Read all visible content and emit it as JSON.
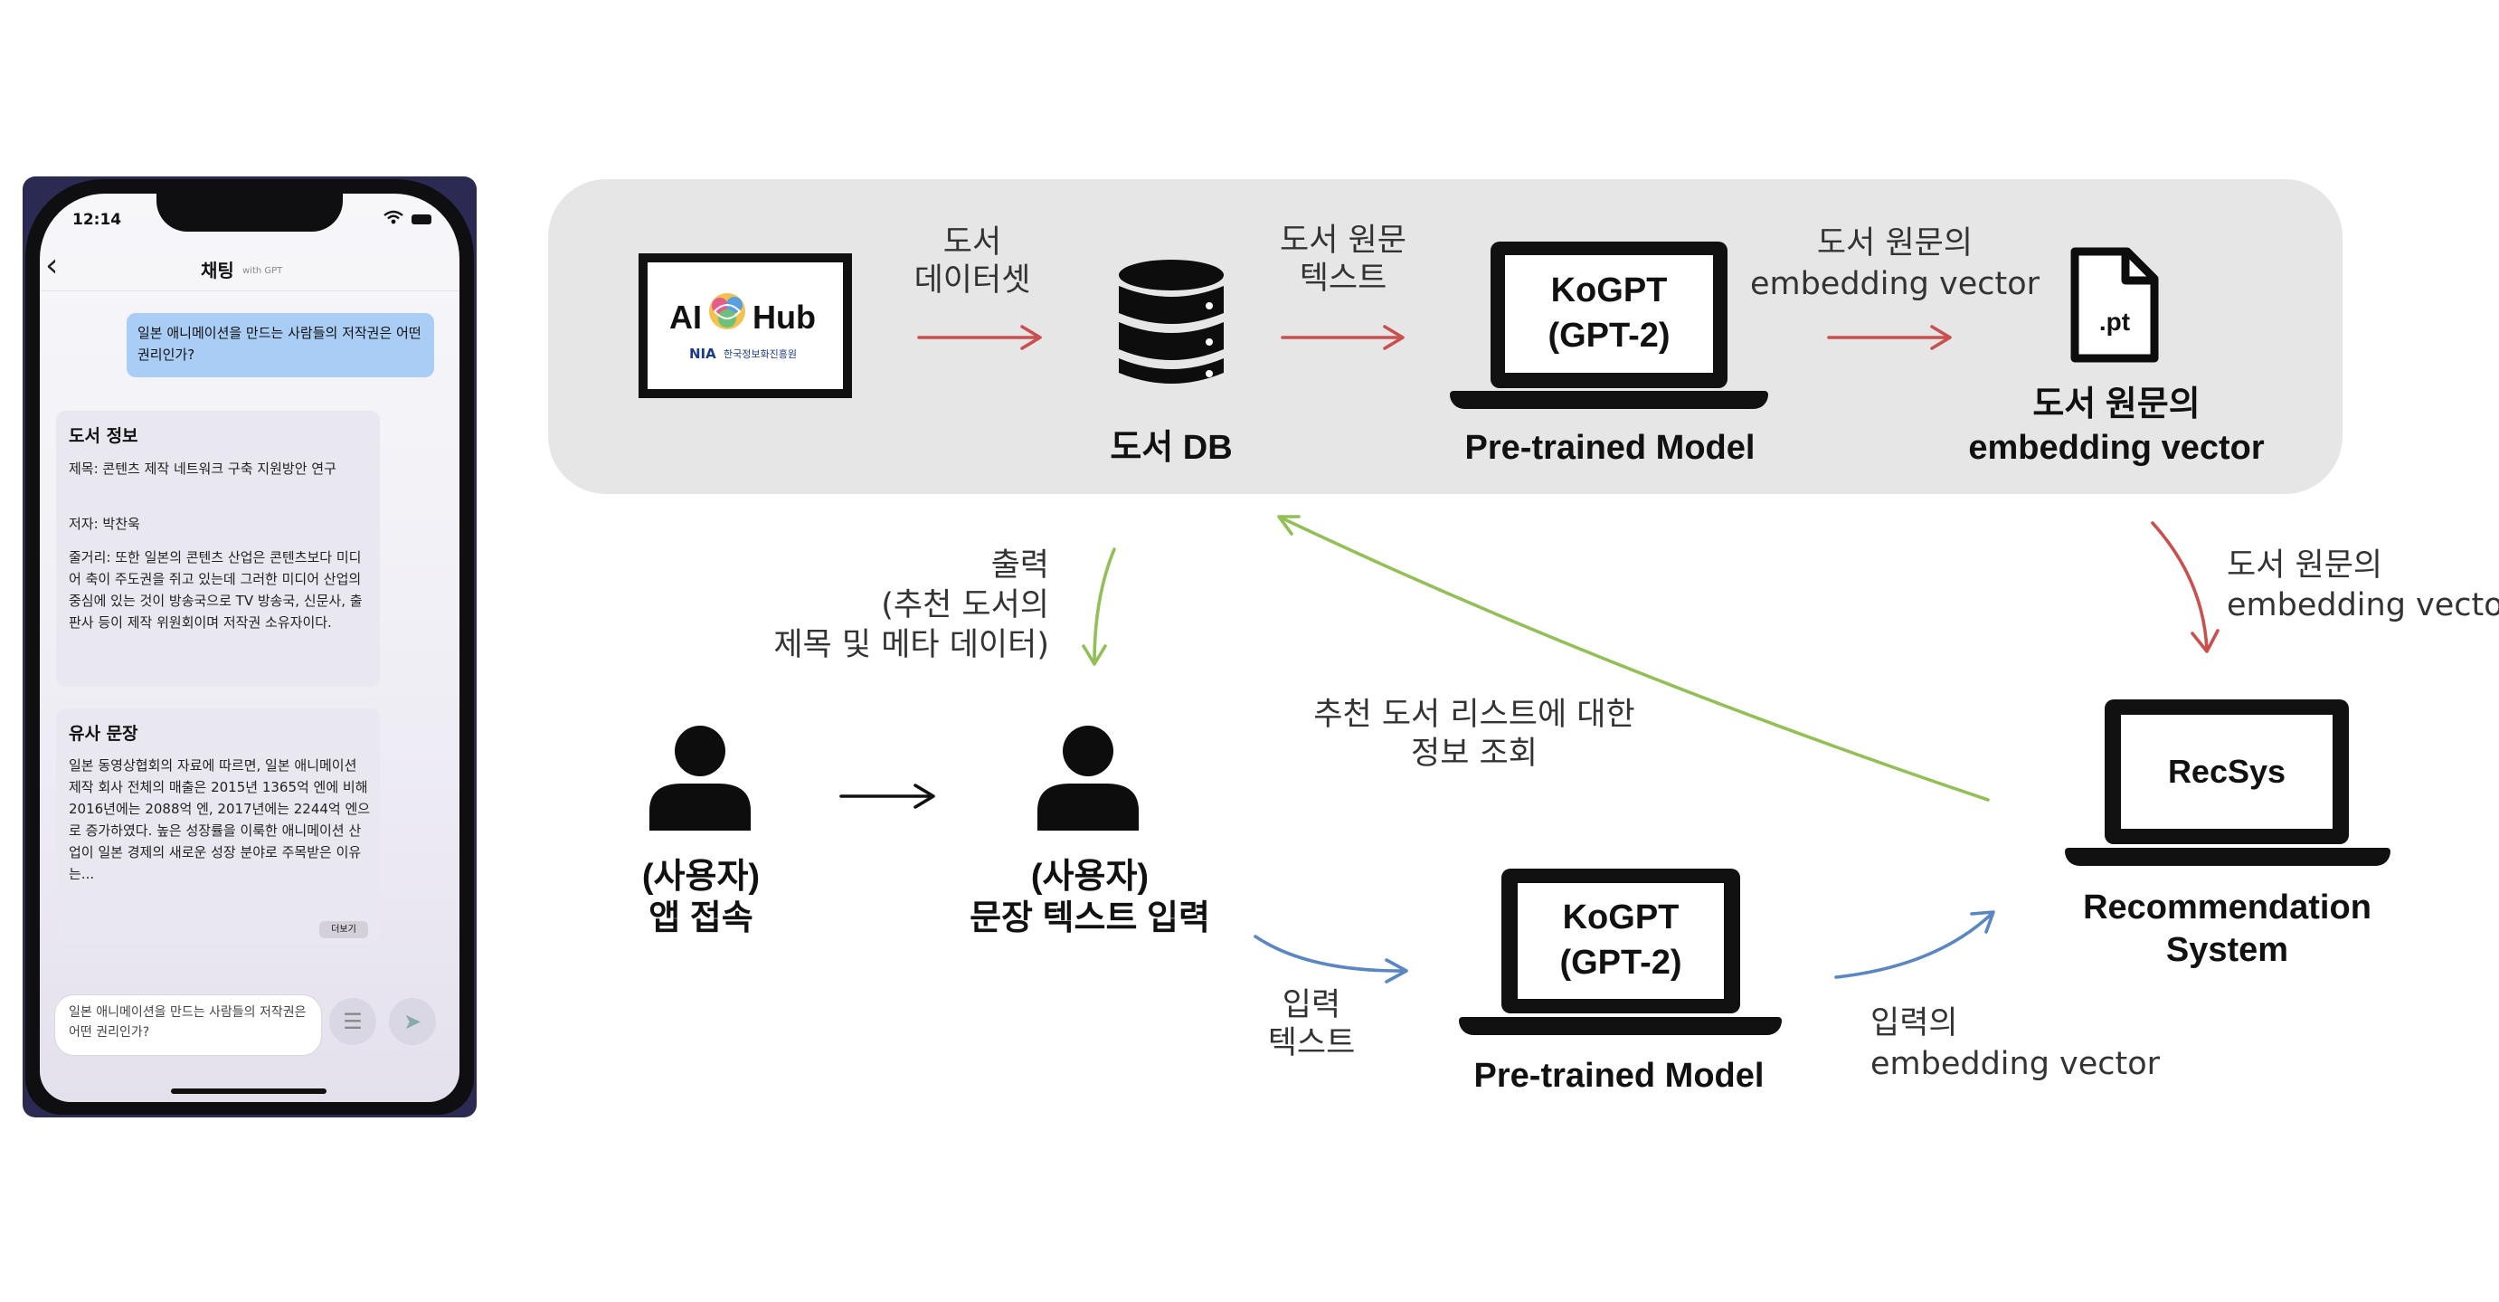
{
  "phone": {
    "status_time": "12:14",
    "title": "채팅",
    "title_sub": "with GPT",
    "user_message": "일본 애니메이션을 만드는 사람들의 저작권은 어떤 권리인가?",
    "book_info": {
      "heading": "도서 정보",
      "title_line": "제목: 콘텐츠 제작 네트워크 구축 지원방안 연구",
      "author_line": "저자: 박찬욱",
      "summary_line": "줄거리: 또한 일본의 콘텐츠 산업은 콘텐츠보다 미디어 축이 주도권을 쥐고 있는데 그러한 미디어 산업의 중심에 있는 것이 방송국으로 TV 방송국, 신문사, 출판사 등이 제작 위원회이며 저작권 소유자이다."
    },
    "similar": {
      "heading": "유사 문장",
      "text": "일본 동영상협회의 자료에 따르면, 일본 애니메이션 제작 회사 전체의 매출은 2015년 1365억 엔에 비해 2016년에는 2088억 엔, 2017년에는 2244억 엔으로 증가하였다. 높은 성장률을 이룩한 애니메이션 산업이 일본 경제의 새로운 성장 분야로 주목받은 이유는...",
      "more_label": "더보기"
    },
    "input_value": "일본 애니메이션을 만드는 사람들의 저작권은 어떤 권리인가?"
  },
  "diagram": {
    "aihub": {
      "ai": "AI",
      "hub": "Hub",
      "nia": "NIA",
      "org": "한국정보화진흥원"
    },
    "label_book_dataset": [
      "도서",
      "데이터셋"
    ],
    "db_label": "도서 DB",
    "label_book_text": [
      "도서 원문",
      "텍스트"
    ],
    "model_top": {
      "line1": "KoGPT",
      "line2": "(GPT-2)",
      "caption": "Pre-trained Model"
    },
    "label_embedding_top": [
      "도서 원문의",
      "embedding vector"
    ],
    "pt_file": ".pt",
    "pt_caption": [
      "도서 원문의",
      "embedding vector"
    ],
    "label_output": [
      "출력",
      "(추천 도서의",
      "제목 및 메타 데이터)"
    ],
    "user_left": [
      "(사용자)",
      "앱 접속"
    ],
    "user_right": [
      "(사용자)",
      "문장 텍스트 입력"
    ],
    "label_lookup": [
      "추천 도서 리스트에 대한",
      "정보 조회"
    ],
    "label_embedding_right": [
      "도서 원문의",
      "embedding vector"
    ],
    "recsys": {
      "screen": "RecSys",
      "caption": [
        "Recommendation",
        "System"
      ]
    },
    "label_input_text": [
      "입력",
      "텍스트"
    ],
    "model_bottom": {
      "line1": "KoGPT",
      "line2": "(GPT-2)",
      "caption": "Pre-trained Model"
    },
    "label_input_embedding": [
      "입력의",
      "embedding vector"
    ]
  },
  "colors": {
    "red_arrow": "#c9504f",
    "green_arrow": "#93bf57",
    "blue_arrow": "#5a86c4",
    "panel": "#e6e6e6"
  }
}
